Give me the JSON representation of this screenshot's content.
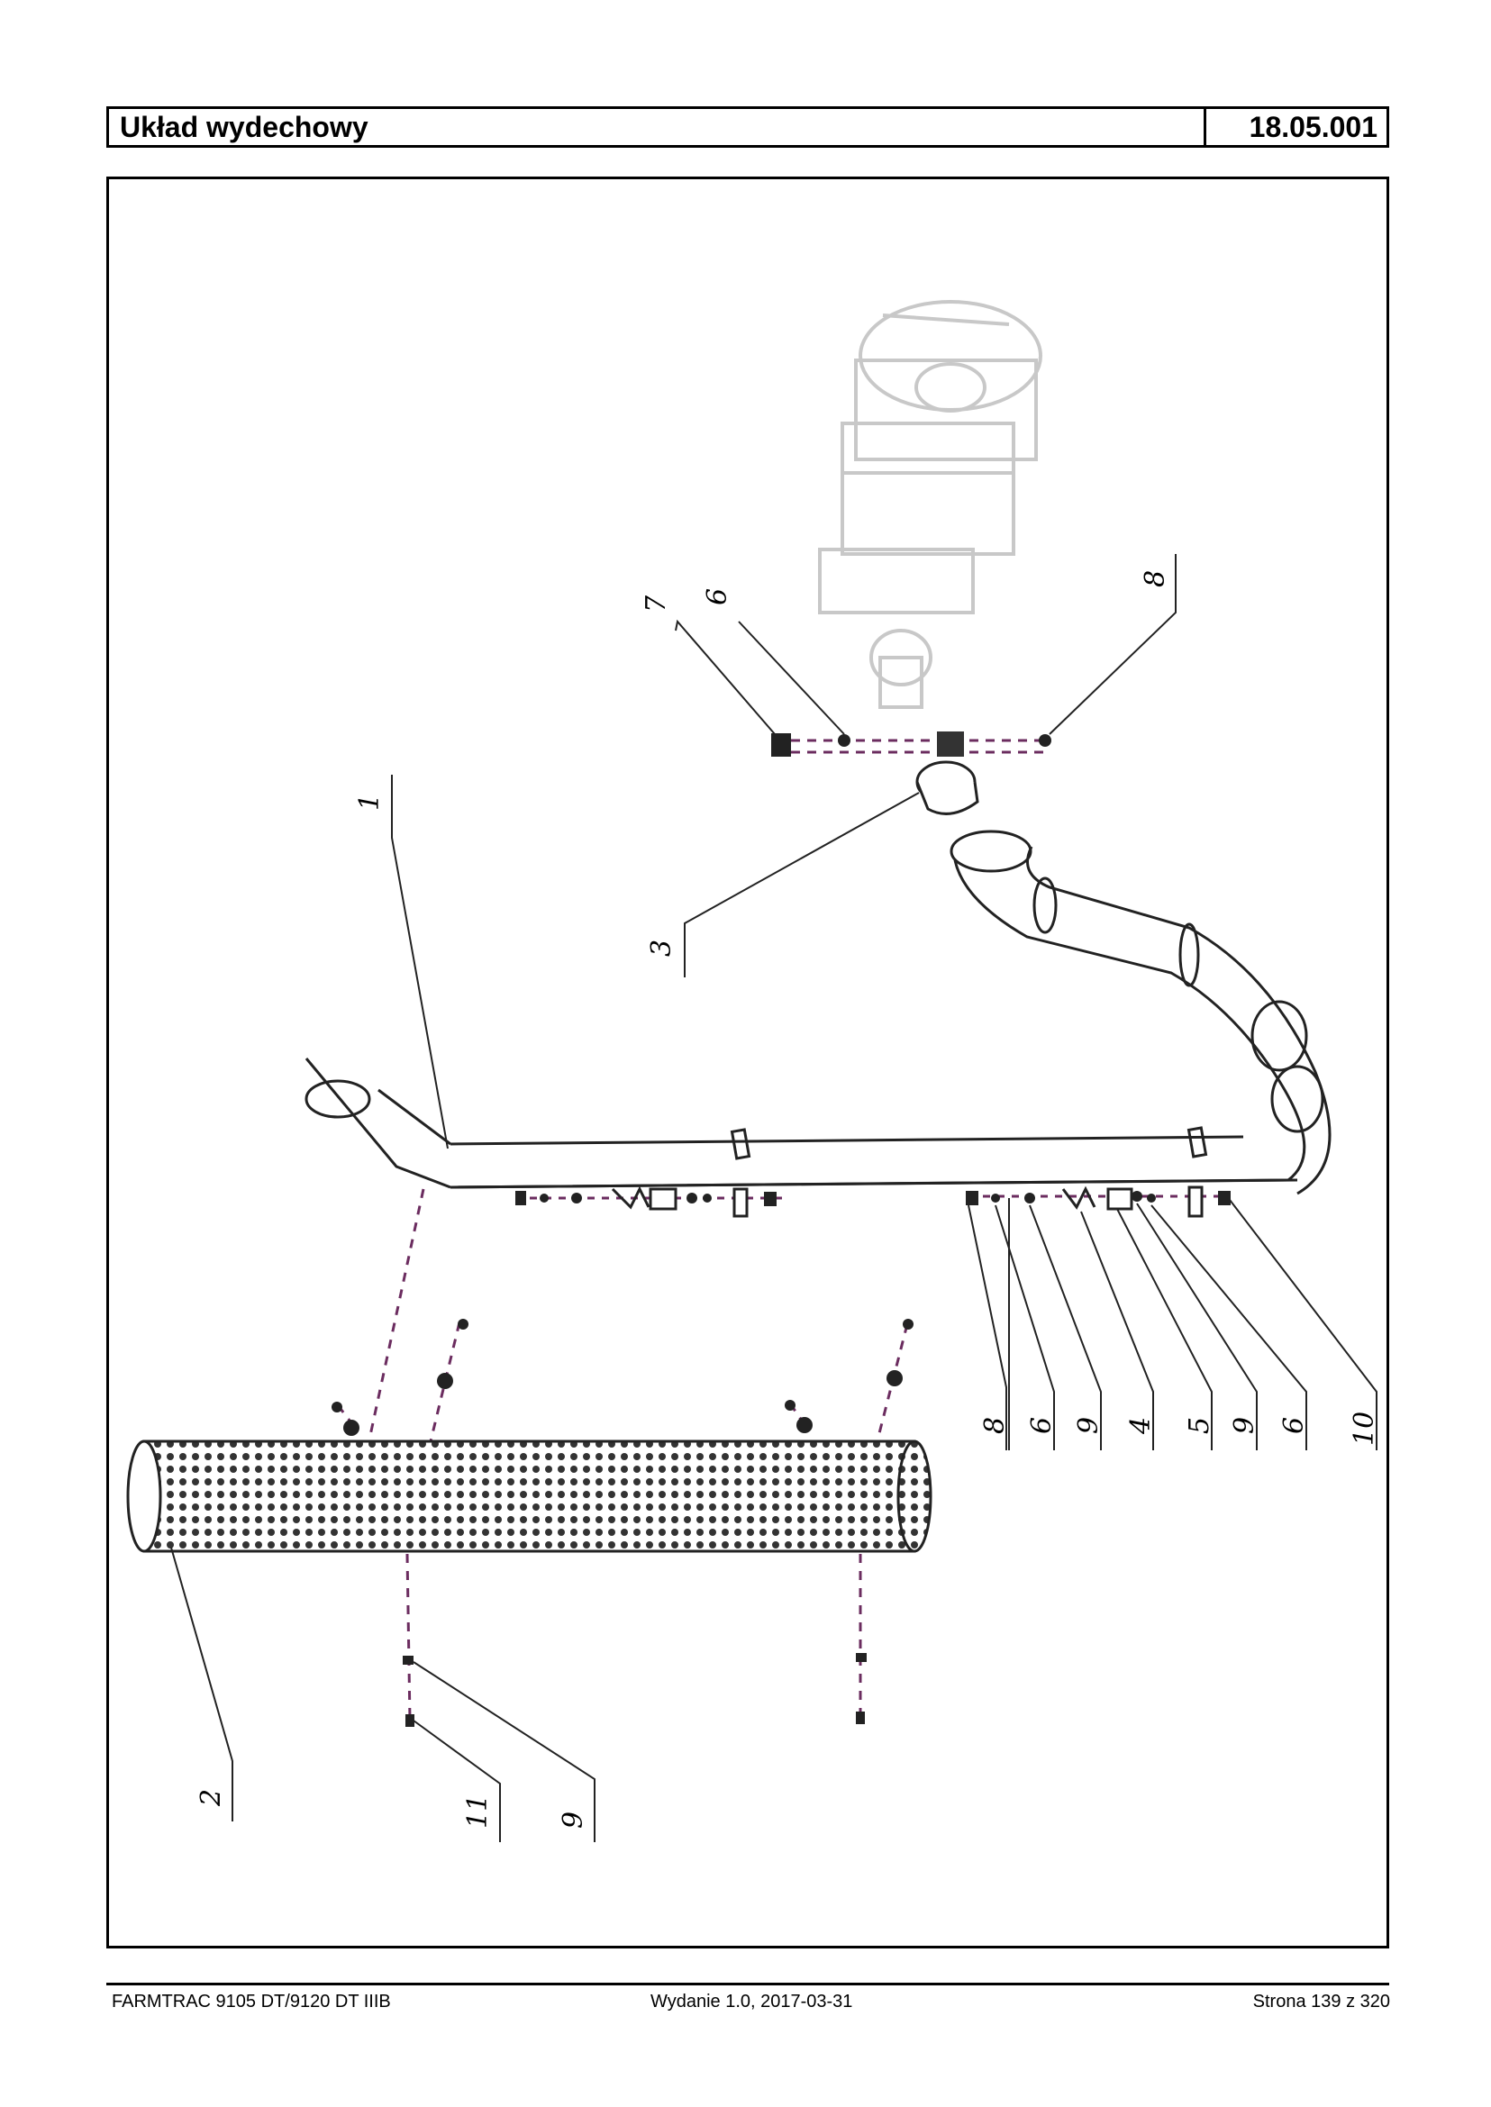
{
  "header": {
    "title": "Układ wydechowy",
    "code": "18.05.001"
  },
  "diagram": {
    "callouts": {
      "c7": "7",
      "c6a": "6",
      "c8a": "8",
      "c1": "1",
      "c3": "3",
      "c8b": "8",
      "c6b": "6",
      "c9a": "9",
      "c4": "4",
      "c5": "5",
      "c9b": "9",
      "c6c": "6",
      "c10": "10",
      "c2": "2",
      "c11": "11",
      "c9c": "9"
    }
  },
  "footer": {
    "left": "FARMTRAC 9105 DT/9120 DT IIIB",
    "center": "Wydanie 1.0,  2017-03-31",
    "right": "Strona 139 z 320"
  }
}
